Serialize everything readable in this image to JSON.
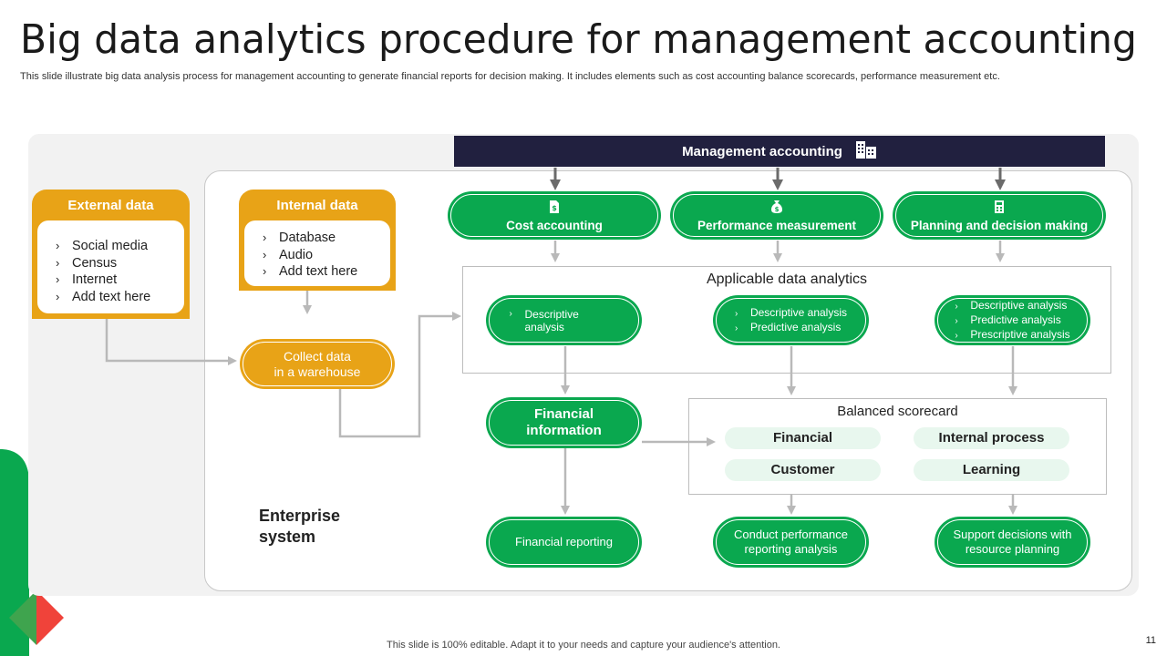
{
  "header": {
    "title": "Big data analytics procedure for management accounting",
    "subtitle": "This slide illustrate big data analysis process for management accounting to generate financial reports for decision making. It includes elements such as cost accounting balance scorecards, performance measurement etc."
  },
  "management_bar": {
    "label": "Management accounting",
    "icon": "buildings-icon"
  },
  "external_data": {
    "title": "External data",
    "items": [
      "Social media",
      "Census",
      "Internet",
      "Add text here"
    ]
  },
  "internal_data": {
    "title": "Internal data",
    "items": [
      "Database",
      "Audio",
      "Add text here"
    ]
  },
  "collect": {
    "line1": "Collect data",
    "line2": "in a warehouse"
  },
  "top_pills": [
    {
      "label": "Cost accounting",
      "icon": "document-dollar-icon"
    },
    {
      "label": "Performance measurement",
      "icon": "money-bag-icon"
    },
    {
      "label": "Planning and decision making",
      "icon": "calculator-icon"
    }
  ],
  "analytics": {
    "title": "Applicable data analytics",
    "columns": [
      [
        "Descriptive analysis"
      ],
      [
        "Descriptive analysis",
        "Predictive analysis"
      ],
      [
        "Descriptive analysis",
        "Predictive analysis",
        "Prescriptive analysis"
      ]
    ]
  },
  "financial_information": {
    "line1": "Financial",
    "line2": "information"
  },
  "scorecard": {
    "title": "Balanced scorecard",
    "items": [
      "Financial",
      "Internal process",
      "Customer",
      "Learning"
    ]
  },
  "bottom_pills": [
    {
      "line1": "Financial reporting",
      "line2": ""
    },
    {
      "line1": "Conduct performance",
      "line2": "reporting analysis"
    },
    {
      "line1": "Support decisions with",
      "line2": "resource planning"
    }
  ],
  "enterprise": {
    "line1": "Enterprise",
    "line2": "system"
  },
  "footer": {
    "text": "This slide is 100% editable. Adapt it to your needs and capture your audience's attention.",
    "page_number": "11"
  },
  "colors": {
    "green": "#0aa84f",
    "orange": "#e8a317",
    "navy": "#21203f",
    "light_green": "#e8f7ee",
    "red": "#f0433a"
  }
}
